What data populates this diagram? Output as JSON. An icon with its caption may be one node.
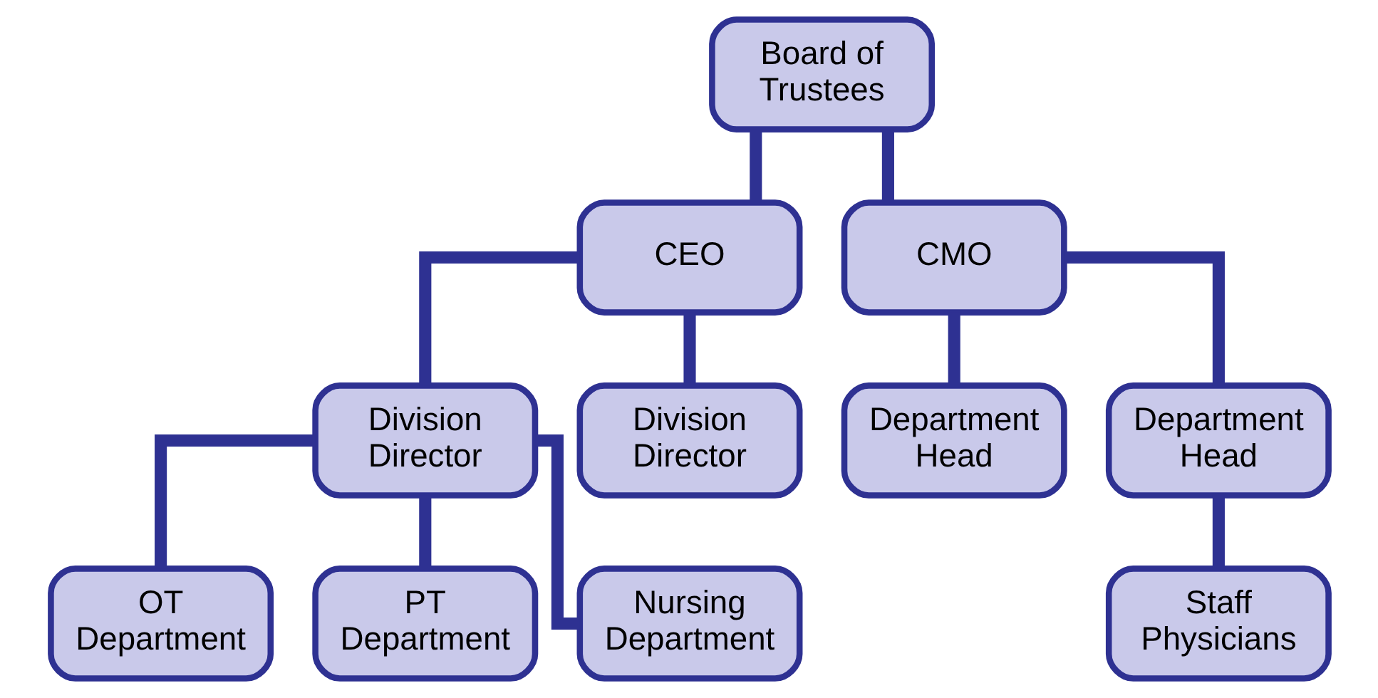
{
  "diagram": {
    "nodes": [
      {
        "text": [
          "Board of Trustees"
        ]
      },
      {
        "text": [
          "CEO"
        ]
      },
      {
        "text": [
          "CMO"
        ]
      },
      {
        "text": [
          "Division Director"
        ]
      },
      {
        "text": [
          "Division Director"
        ]
      },
      {
        "text": [
          "Department Head"
        ]
      },
      {
        "text": [
          "Department Head"
        ]
      },
      {
        "text": [
          "OT Department"
        ]
      },
      {
        "text": [
          "PT Department"
        ]
      },
      {
        "text": [
          "Nursing Department"
        ]
      },
      {
        "text": [
          "Staff Physicians"
        ]
      }
    ],
    "edges": [
      {
        "from": 0,
        "to": 1,
        "arrow": "none"
      },
      {
        "from": 0,
        "to": 2,
        "arrow": "none"
      },
      {
        "from": 1,
        "to": 3,
        "arrow": "none"
      },
      {
        "from": 1,
        "to": 4,
        "arrow": "none"
      },
      {
        "from": 2,
        "to": 5,
        "arrow": "none"
      },
      {
        "from": 2,
        "to": 6,
        "arrow": "none"
      },
      {
        "from": 3,
        "to": 7,
        "arrow": "none"
      },
      {
        "from": 3,
        "to": 8,
        "arrow": "none"
      },
      {
        "from": 3,
        "to": 9,
        "arrow": "none"
      },
      {
        "from": 6,
        "to": 10,
        "arrow": "none"
      }
    ]
  }
}
